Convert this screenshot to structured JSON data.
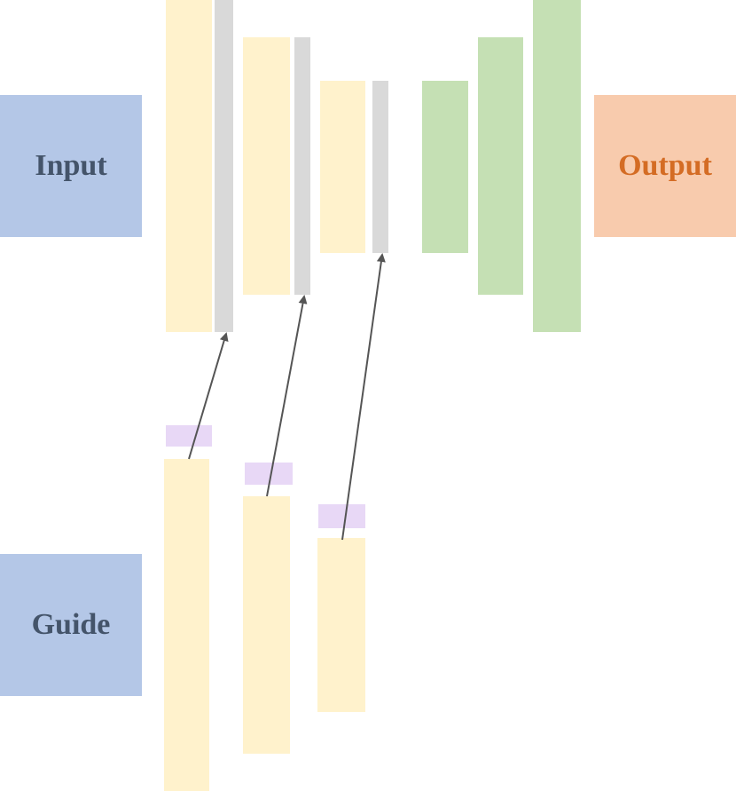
{
  "input_box": {
    "label": "Input"
  },
  "output_box": {
    "label": "Output"
  },
  "guide_box": {
    "label": "Guide"
  },
  "colors": {
    "input_box_fill": "#b4c7e7",
    "input_text": "#44546a",
    "output_box_fill": "#f8cbad",
    "output_text": "#d46c24",
    "encoder_block": "#fff2cc",
    "fusion_block": "#d9d9d9",
    "decoder_block": "#c5e0b4",
    "guide_feature_block": "#e8d8f6",
    "arrow": "#555555"
  }
}
